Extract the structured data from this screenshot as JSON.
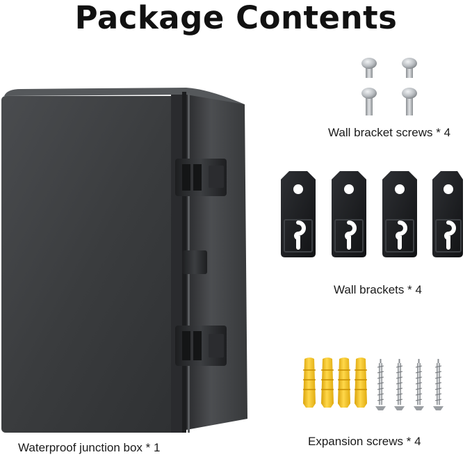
{
  "title": "Package Contents",
  "items": {
    "junction_box": {
      "label": "Waterproof junction box * 1",
      "icon": "junction-box-image"
    },
    "wall_bracket_screws": {
      "label": "Wall bracket screws * 4",
      "icon": "pan-head-screw-image"
    },
    "wall_brackets": {
      "label": "Wall brackets * 4",
      "icon": "wall-bracket-image"
    },
    "expansion_screws": {
      "label": "Expansion screws * 4",
      "icon": "wall-anchor-and-screw-image"
    }
  },
  "colors": {
    "box_body": "#3a3c3e",
    "anchor_yellow": "#f2c21a",
    "screw_silver": "#b8bcc0",
    "bracket_black": "#1c1d20"
  }
}
